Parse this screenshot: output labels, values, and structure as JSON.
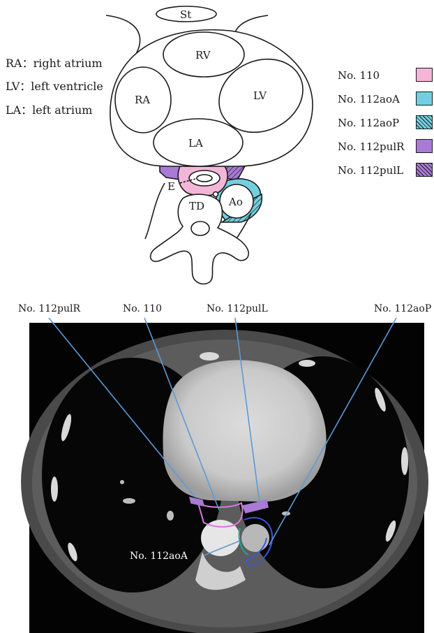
{
  "abbreviations": [
    {
      "text": "RA：right atrium"
    },
    {
      "text": "LV：left ventricle"
    },
    {
      "text": "LA：left atrium"
    }
  ],
  "legend": [
    {
      "label": "No. 110",
      "color": "#f4b6d8",
      "pattern": "solid"
    },
    {
      "label": "No. 112aoA",
      "color": "#73cfe0",
      "pattern": "solid"
    },
    {
      "label": "No. 112aoP",
      "color": "#73cfe0",
      "pattern": "hatched"
    },
    {
      "label": "No. 112pulR",
      "color": "#a97ad6",
      "pattern": "solid"
    },
    {
      "label": "No. 112pulL",
      "color": "#a97ad6",
      "pattern": "hatched"
    }
  ],
  "schematic_labels": {
    "st": "St",
    "rv": "RV",
    "ra": "RA",
    "lv": "LV",
    "la": "LA",
    "e": "E",
    "td": "TD",
    "ao": "Ao"
  },
  "ct_callouts": {
    "pulr": "No. 112pulR",
    "n110": "No. 110",
    "pull": "No. 112pulL",
    "aop": "No. 112aoP",
    "aoa": "No. 112aoA"
  },
  "colors": {
    "station_110": "#f4b6d8",
    "station_112ao": "#73cfe0",
    "station_112pul": "#a97ad6",
    "pointer_line": "#5b9bd5",
    "outline": "#1a1a1a"
  }
}
